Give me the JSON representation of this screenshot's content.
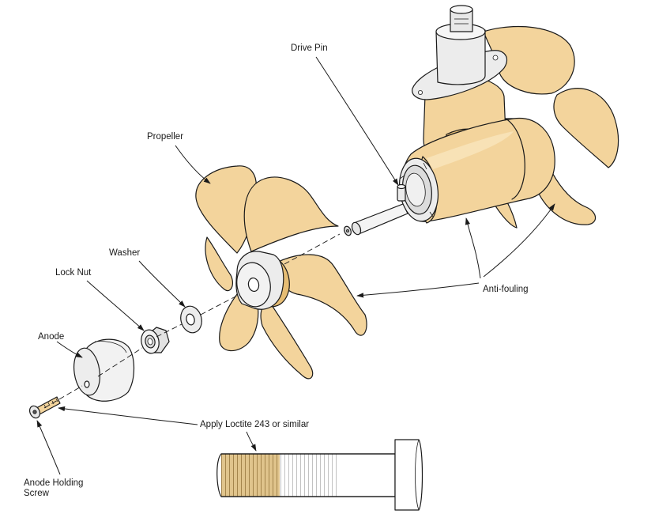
{
  "labels": {
    "drive_pin": "Drive Pin",
    "propeller": "Propeller",
    "washer": "Washer",
    "lock_nut": "Lock Nut",
    "anode": "Anode",
    "anti_fouling": "Anti-fouling",
    "loctite": "Apply Loctite 243 or similar",
    "anode_screw_line1": "Anode Holding",
    "anode_screw_line2": "Screw"
  },
  "colors": {
    "propeller": "#f3d49c",
    "propeller_shade": "#e6bd74",
    "metal": "#ececec",
    "metal_dark": "#c8c8c8",
    "outline": "#1a1a1a",
    "thread_coated": "#c8a35e"
  }
}
